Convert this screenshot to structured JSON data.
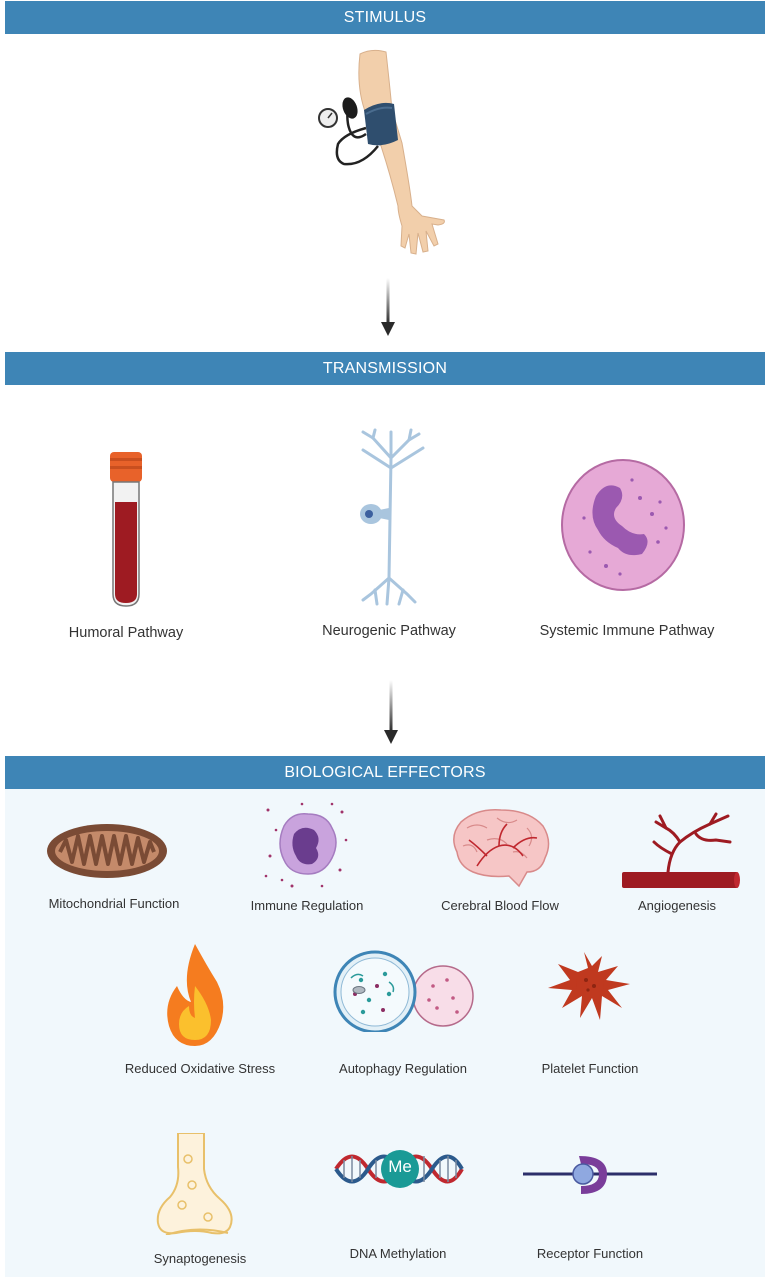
{
  "sections": {
    "stimulus": "STIMULUS",
    "transmission": "TRANSMISSION",
    "effectors": "BIOLOGICAL EFFECTORS"
  },
  "pathways": [
    {
      "label": "Humoral Pathway",
      "icon": "blood-tube-icon"
    },
    {
      "label": "Neurogenic Pathway",
      "icon": "neuron-icon"
    },
    {
      "label": "Systemic Immune Pathway",
      "icon": "immune-cell-icon"
    }
  ],
  "effectors": [
    {
      "label": "Mitochondrial Function",
      "icon": "mitochondrion-icon"
    },
    {
      "label": "Immune Regulation",
      "icon": "immune-cell-icon"
    },
    {
      "label": "Cerebral Blood Flow",
      "icon": "brain-icon"
    },
    {
      "label": "Angiogenesis",
      "icon": "blood-vessel-icon"
    },
    {
      "label": "Reduced Oxidative Stress",
      "icon": "flame-icon"
    },
    {
      "label": "Autophagy Regulation",
      "icon": "autophagy-icon"
    },
    {
      "label": "Platelet Function",
      "icon": "platelet-icon"
    },
    {
      "label": "Synaptogenesis",
      "icon": "synapse-icon"
    },
    {
      "label": "DNA Methylation",
      "icon": "dna-methylation-icon"
    },
    {
      "label": "Receptor Function",
      "icon": "receptor-icon"
    }
  ],
  "dna_mark": "Me",
  "colors": {
    "banner": "#3e85b6",
    "effectors_background": "#f1f8fc",
    "blood": "#9e1b22",
    "cell_pink": "#e6a9d6",
    "nucleus_purple": "#9b59b0"
  }
}
